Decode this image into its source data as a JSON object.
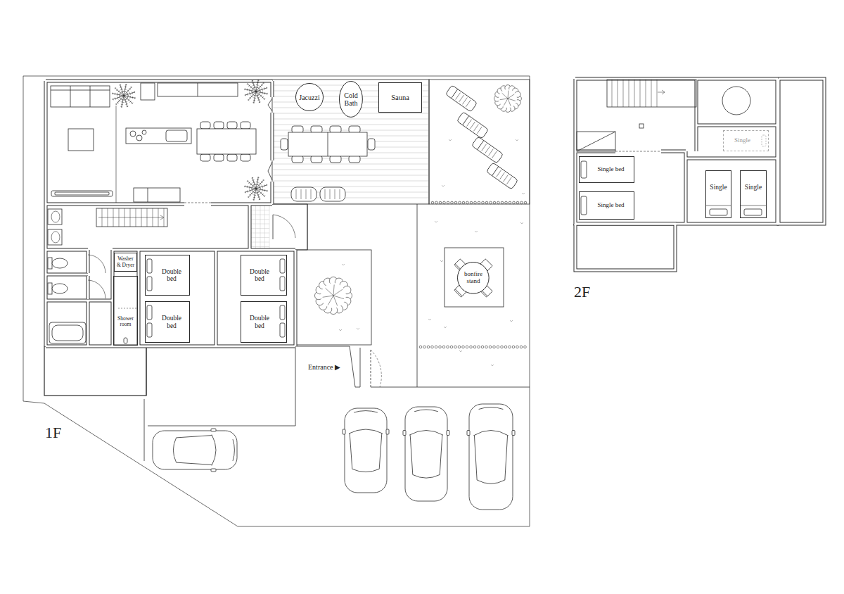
{
  "diagram": {
    "nodes": [
      {
        "text": [
          "Jacuzzi"
        ]
      },
      {
        "text": [
          "Cold Bath"
        ]
      },
      {
        "text": [
          "Sauna"
        ]
      },
      {
        "text": [
          "Washer & Dryer"
        ]
      },
      {
        "text": [
          "Double bed"
        ]
      },
      {
        "text": [
          "Double bed"
        ]
      },
      {
        "text": [
          "bonfire stand"
        ]
      },
      {
        "text": [
          "Shower room"
        ]
      },
      {
        "text": [
          "Double bed"
        ]
      },
      {
        "text": [
          "Double bed"
        ]
      },
      {
        "text": [
          "Single"
        ]
      },
      {
        "text": [
          "Single bed"
        ]
      },
      {
        "text": [
          "Single"
        ]
      },
      {
        "text": [
          "Single"
        ]
      },
      {
        "text": [
          "Single bed"
        ]
      }
    ],
    "labels": [
      "Entrance ▶",
      "1F",
      "2F"
    ]
  }
}
